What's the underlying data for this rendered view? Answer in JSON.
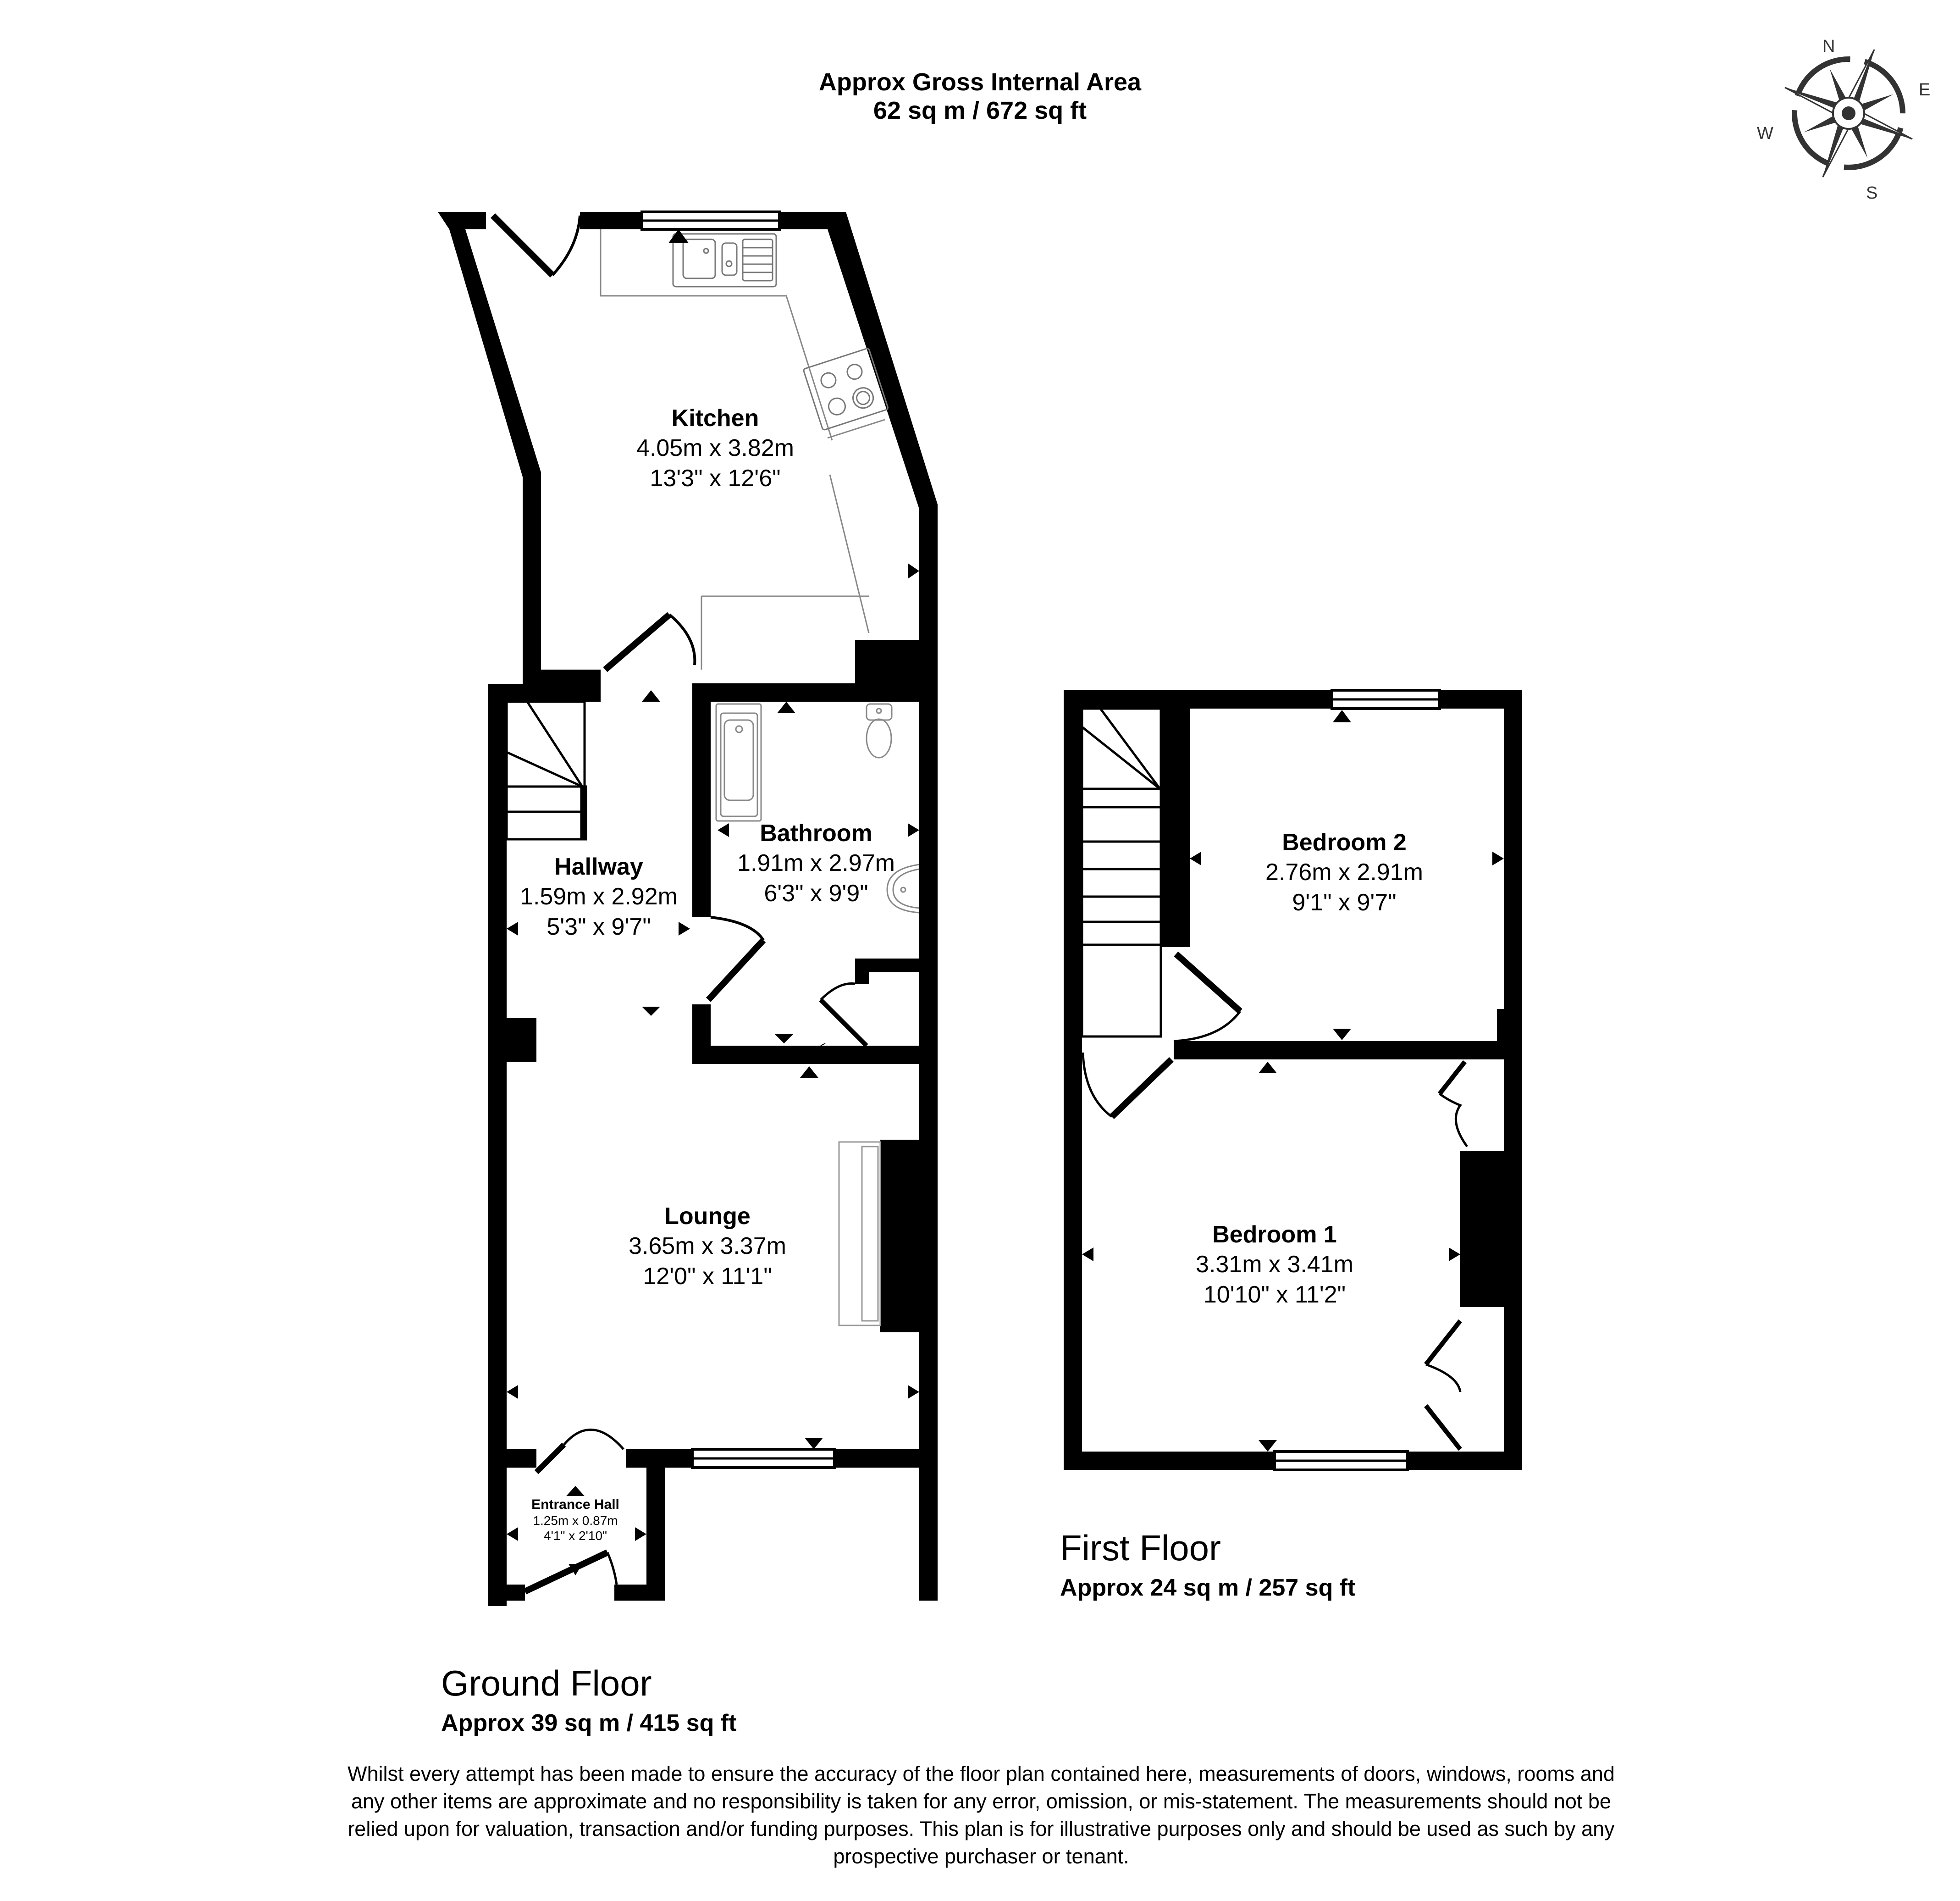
{
  "header": {
    "title_line1": "Approx Gross Internal Area",
    "title_line2": "62 sq m / 672 sq ft"
  },
  "compass": {
    "icon": "compass-rose-icon",
    "labels": {
      "n": "N",
      "e": "E",
      "s": "S",
      "w": "W"
    },
    "color": "#333333"
  },
  "ground_floor": {
    "name": "Ground Floor",
    "area": "Approx 39 sq m / 415 sq ft",
    "rooms": [
      {
        "name": "Kitchen",
        "metric": "4.05m x 3.82m",
        "imperial": "13'3\" x 12'6\""
      },
      {
        "name": "Hallway",
        "metric": "1.59m x 2.92m",
        "imperial": "5'3\" x 9'7\""
      },
      {
        "name": "Bathroom",
        "metric": "1.91m x 2.97m",
        "imperial": "6'3\" x 9'9\""
      },
      {
        "name": "Lounge",
        "metric": "3.65m x 3.37m",
        "imperial": "12'0\" x 11'1\""
      },
      {
        "name": "Entrance Hall",
        "metric": "1.25m x 0.87m",
        "imperial": "4'1\" x 2'10\""
      }
    ]
  },
  "first_floor": {
    "name": "First Floor",
    "area": "Approx 24 sq m / 257 sq ft",
    "rooms": [
      {
        "name": "Bedroom 2",
        "metric": "2.76m x 2.91m",
        "imperial": "9'1\" x 9'7\""
      },
      {
        "name": "Bedroom 1",
        "metric": "3.31m x 3.41m",
        "imperial": "10'10\" x 11'2\""
      }
    ]
  },
  "disclaimer": {
    "line1": "Whilst every attempt has been made to ensure the accuracy of the floor plan contained here, measurements of doors, windows, rooms and",
    "line2": "any other items are approximate and no responsibility is taken for any error, omission, or mis-statement. The measurements should not be",
    "line3": "relied upon for valuation, transaction and/or funding purposes. This plan is for illustrative purposes only and should be used as such by any",
    "line4": "prospective purchaser or tenant."
  },
  "colors": {
    "wall": "#000000",
    "fixture": "#888888",
    "background": "#ffffff"
  }
}
